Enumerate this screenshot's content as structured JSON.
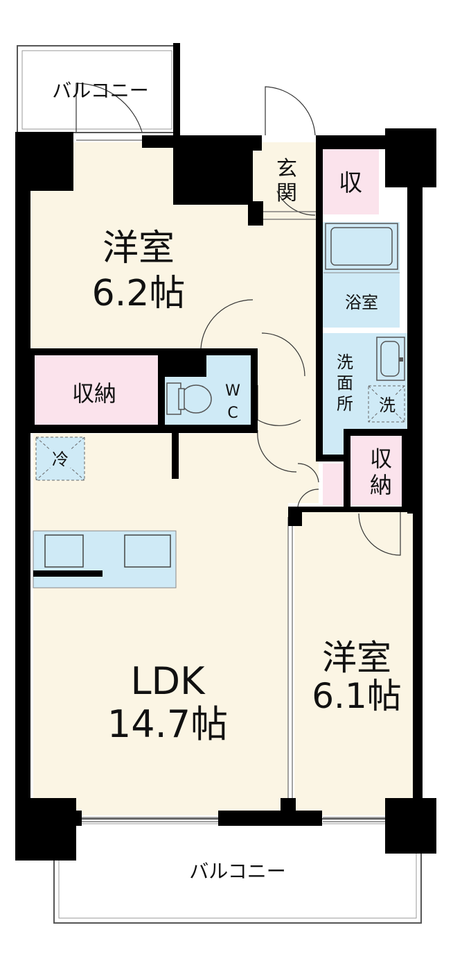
{
  "rooms": {
    "balcony_top": "バルコニー",
    "balcony_bottom": "バルコニー",
    "western_room_1": {
      "name": "洋室",
      "size": "6.2帖"
    },
    "western_room_2": {
      "name": "洋室",
      "size": "6.1帖"
    },
    "ldk": {
      "name": "LDK",
      "size": "14.7帖"
    },
    "storage_1": "収納",
    "storage_2": [
      "収",
      "納"
    ],
    "storage_entrance": "収",
    "entrance": [
      "玄",
      "関"
    ],
    "bathroom": "浴室",
    "washroom": [
      "洗",
      "面",
      "所"
    ],
    "washer": "洗",
    "fridge": "冷",
    "wc": [
      "W",
      "C"
    ]
  },
  "colors": {
    "room_fill": "#fbf5e4",
    "storage_fill": "#fbe3ec",
    "wet_fill": "#cfeaf6",
    "wall": "#000000"
  }
}
